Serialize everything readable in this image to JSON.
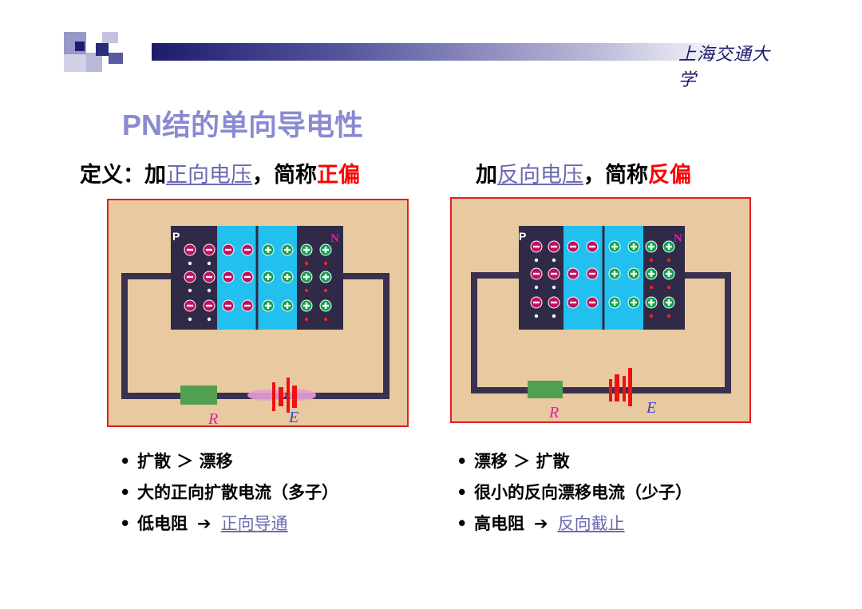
{
  "header": {
    "logo_text": "上海交通大学",
    "colors": {
      "bar_dark": "#1c1c6e",
      "bar_light": "#ffffff"
    }
  },
  "title": "PN结的单向导电性",
  "left": {
    "prefix": "定义：加",
    "term": "正向电压",
    "mid": "，简称",
    "short": "正偏",
    "diagram": {
      "p_label": "P",
      "n_label": "N",
      "r_label": "R",
      "e_label": "E",
      "neg_symbol": "−",
      "pos_symbol": "+"
    },
    "bullets": [
      {
        "dot": "•",
        "text": "扩散 ＞ 漂移"
      },
      {
        "dot": "•",
        "text": "大的正向扩散电流（多子）"
      },
      {
        "dot": "•",
        "pre": "低电阻",
        "arrow": "➔",
        "link": "正向导通"
      }
    ]
  },
  "right": {
    "prefix": "加",
    "term": "反向电压",
    "mid": "，简称",
    "short": "反偏",
    "diagram": {
      "p_label": "P",
      "n_label": "N",
      "r_label": "R",
      "e_label": "E"
    },
    "bullets": [
      {
        "dot": "•",
        "text": "漂移 ＞ 扩散"
      },
      {
        "dot": "•",
        "text": "很小的反向漂移电流（少子）"
      },
      {
        "dot": "•",
        "pre": "高电阻",
        "arrow": "➔",
        "link": "反向截止"
      }
    ]
  },
  "colors": {
    "panel_bg": "#e8c9a0",
    "panel_border": "#e02020",
    "wire": "#3a3050",
    "p_region": "#2e2a48",
    "depletion": "#22c0ee",
    "neg_ion": "#c01060",
    "pos_ion": "#10a050",
    "resistor": "#50a050",
    "battery": "#ee1111",
    "label_pink": "#dd22aa",
    "label_blue": "#3344dd"
  }
}
